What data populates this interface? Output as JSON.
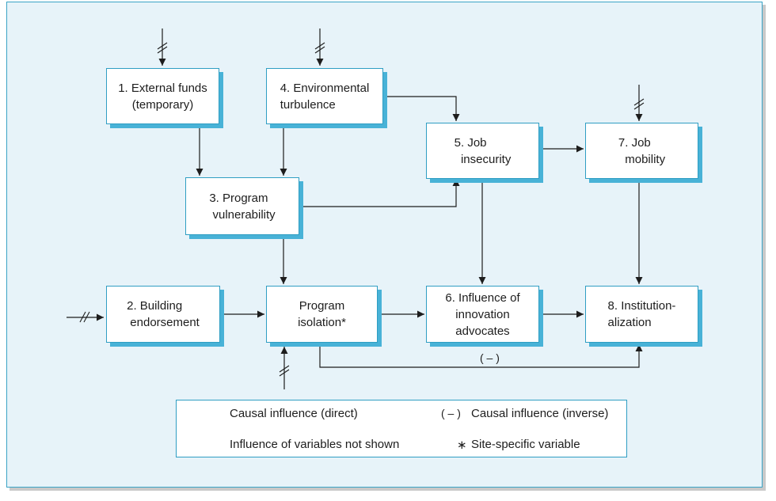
{
  "nodes": {
    "n1": "1. External funds\n(temporary)",
    "n2": "2. Building\n endorsement",
    "n3": "3. Program\n vulnerability",
    "n4": "4. Environmental\nturbulence",
    "n5": "5. Job\n  insecurity",
    "n6": "6. Influence of\ninnovation\nadvocates",
    "n7": "7. Job\n  mobility",
    "n8": "8. Institution-\nalization",
    "isolation": "Program\nisolation*"
  },
  "inverse_mark": "( – )",
  "legend": {
    "direct": "Causal influence (direct)",
    "inverse_mark": "( – )",
    "inverse": "Causal influence (inverse)",
    "not_shown": "Influence of variables not shown",
    "site_mark": "∗",
    "site": "Site-specific variable"
  },
  "colors": {
    "panel_bg": "#e7f3f9",
    "box_border": "#2f9ec3",
    "box_shadow": "#48b2d7",
    "line": "#1d1d1d"
  }
}
